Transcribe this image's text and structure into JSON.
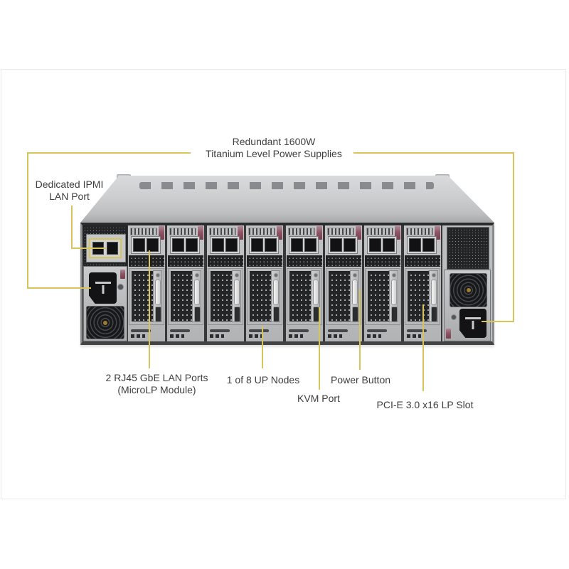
{
  "diagram": {
    "title_context": "server-rear-annotated-diagram",
    "colors": {
      "callout": "#d8c45c",
      "text": "#3e3e40",
      "highlight_box": "#d8c45c"
    },
    "server": {
      "node_count": 8
    },
    "callouts": {
      "psu_top": {
        "line1": "Redundant  1600W",
        "line2": "Titanium  Level Power Supplies"
      },
      "ipmi": {
        "line1": "Dedicated IPMI",
        "line2": "LAN Port"
      },
      "lan": {
        "line1": "2 RJ45 GbE LAN Ports",
        "line2": "(MicroLP Module)"
      },
      "up_nodes": {
        "line1": "1 of 8 UP Nodes"
      },
      "kvm": {
        "line1": "KVM Port"
      },
      "power": {
        "line1": "Power Button"
      },
      "pcie": {
        "line1": "PCI-E 3.0 x16 LP Slot"
      }
    }
  }
}
